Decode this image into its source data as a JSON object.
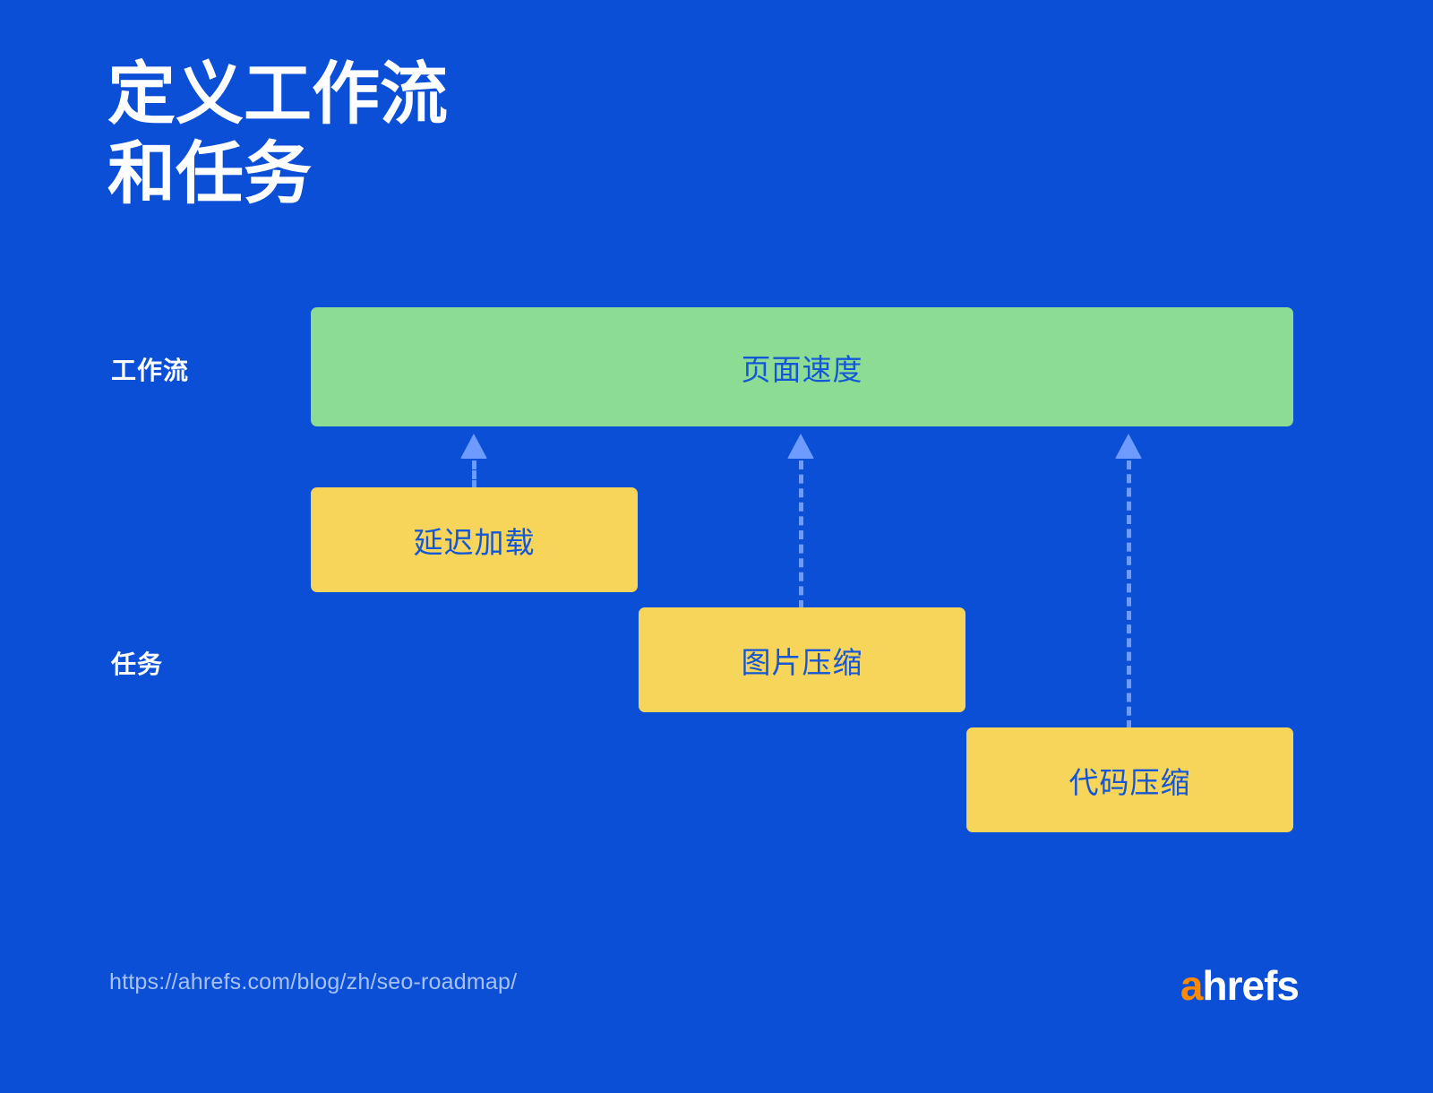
{
  "page": {
    "background_color": "#0b4fd6",
    "title": "定义工作流\n和任务"
  },
  "row_labels": {
    "workflow": "工作流",
    "tasks": "任务"
  },
  "diagram": {
    "workflow_nodes": [
      {
        "label": "页面速度",
        "color": "#8cdc94",
        "text_color": "#1457d6"
      }
    ],
    "task_nodes": [
      {
        "label": "延迟加载",
        "color": "#f7d45a",
        "text_color": "#1457d6"
      },
      {
        "label": "图片压缩",
        "color": "#f7d45a",
        "text_color": "#1457d6"
      },
      {
        "label": "代码压缩",
        "color": "#f7d45a",
        "text_color": "#1457d6"
      }
    ],
    "connector_color": "#6d9bff",
    "connector_style": "dashed-arrow-up"
  },
  "footer": {
    "url": "https://ahrefs.com/blog/zh/seo-roadmap/",
    "url_color": "#a7c2f2",
    "logo_first_letter": "a",
    "logo_rest": "hrefs",
    "logo_accent_color": "#ff8a00",
    "logo_text_color": "#ffffff"
  }
}
